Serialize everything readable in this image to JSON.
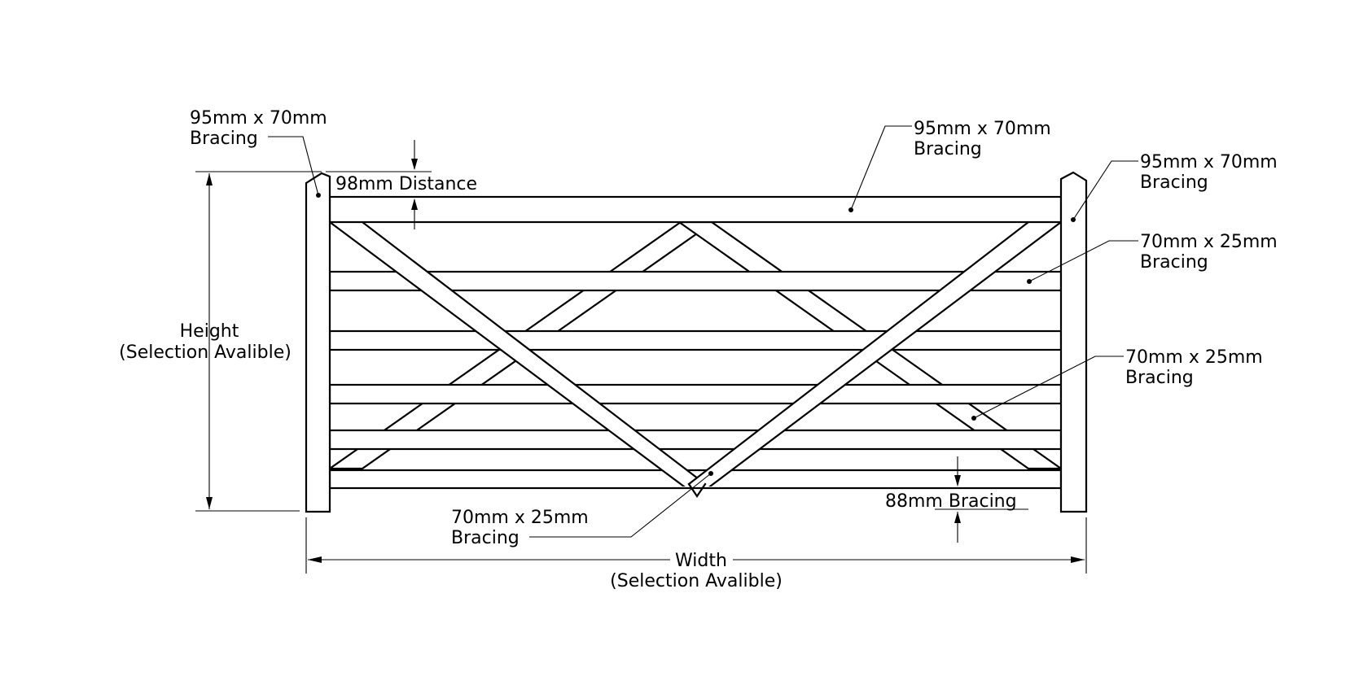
{
  "labels": {
    "left_post": {
      "line1": "95mm x 70mm",
      "line2": "Bracing"
    },
    "distance": "98mm Distance",
    "top_rail": {
      "line1": "95mm x 70mm",
      "line2": "Bracing"
    },
    "right_post": {
      "line1": "95mm x 70mm",
      "line2": "Bracing"
    },
    "rail_brace_upper": {
      "line1": "70mm x 25mm",
      "line2": "Bracing"
    },
    "rail_brace_lower": {
      "line1": "70mm x 25mm",
      "line2": "Bracing"
    },
    "diagonal_brace": {
      "line1": "70mm x 25mm",
      "line2": "Bracing"
    },
    "bottom_bracing": "88mm Bracing",
    "height": {
      "line1": "Height",
      "line2": "(Selection Avalible)"
    },
    "width": {
      "line1": "Width",
      "line2": "(Selection Avalible)"
    }
  }
}
